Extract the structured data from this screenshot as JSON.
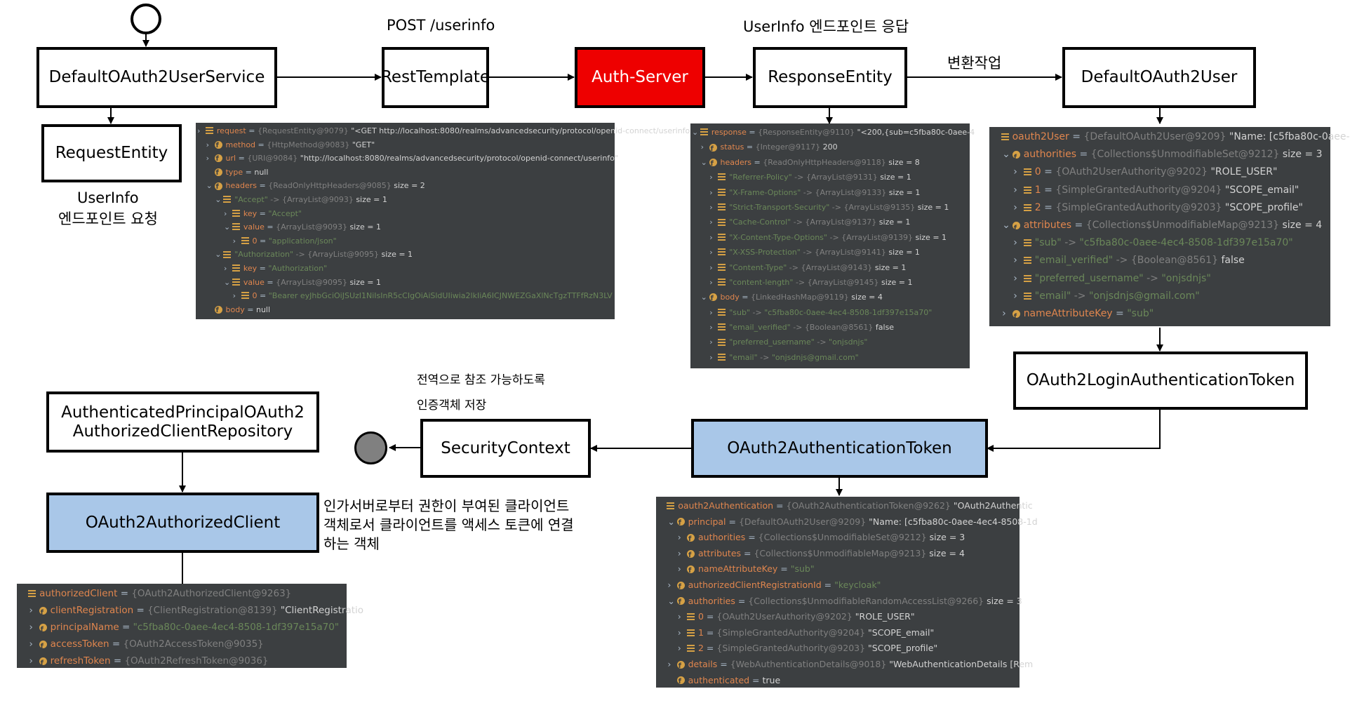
{
  "boxes": {
    "default_oauth2_user_service": "DefaultOAuth2UserService",
    "rest_template": "RestTemplate",
    "auth_server": "Auth-Server",
    "response_entity": "ResponseEntity",
    "default_oauth2_user": "DefaultOAuth2User",
    "request_entity": "RequestEntity",
    "oauth2_login_authentication_token": "OAuth2LoginAuthenticationToken",
    "oauth2_authentication_token": "OAuth2AuthenticationToken",
    "security_context": "SecurityContext",
    "repository_line1": "AuthenticatedPrincipalOAuth2",
    "repository_line2": "AuthorizedClientRepository",
    "oauth2_authorized_client": "OAuth2AuthorizedClient"
  },
  "labels": {
    "post_userinfo": "POST /userinfo",
    "userinfo_response": "UserInfo 엔드포인트 응답",
    "transform": "변환작업",
    "userinfo_request_line1": "UserInfo",
    "userinfo_request_line2": "엔드포인트 요청",
    "global_access_line1": "전역으로 참조 가능하도록",
    "global_access_line2": "인증객체 저장",
    "client_desc_line1": "인가서버로부터 권한이 부여된 클라이언트",
    "client_desc_line2": "객체로서 클라이언트를 액세스 토큰에 연결",
    "client_desc_line3": "하는 객체"
  },
  "colors": {
    "auth_server_fill": "#ee0000",
    "token_fill": "#a9c7e8",
    "debug_bg": "#3c3f41",
    "field_name": "#e0864e",
    "type_text": "#808080",
    "string_value": "#6a8759"
  },
  "debug_panels": {
    "request": [
      {
        "tog": ">",
        "icon": "l",
        "name": "request",
        "type": "{RequestEntity@9079}",
        "val": "\"<GET http://localhost:8080/realms/advancedsecurity/protocol/openid-connect/userinfo"
      },
      {
        "tog": ">",
        "icon": "f",
        "name": "method",
        "type": "{HttpMethod@9083}",
        "val": "\"GET\""
      },
      {
        "tog": ">",
        "icon": "f",
        "name": "url",
        "type": "{URI@9084}",
        "val": "\"http://localhost:8080/realms/advancedsecurity/protocol/openid-connect/userinfo\""
      },
      {
        "tog": "",
        "icon": "f",
        "name": "type",
        "type": "",
        "val": "null"
      },
      {
        "tog": "v",
        "icon": "f",
        "name": "headers",
        "type": "{ReadOnlyHttpHeaders@9085}",
        "val": "size = 2"
      },
      {
        "tog": "v",
        "icon": "l",
        "name": "\"Accept\"",
        "type": "-> {ArrayList@9093}",
        "val": "size = 1",
        "strname": true
      },
      {
        "tog": ">",
        "icon": "l",
        "name": "key",
        "type": "",
        "val": "\"Accept\"",
        "strval": true
      },
      {
        "tog": "v",
        "icon": "l",
        "name": "value",
        "type": "{ArrayList@9093}",
        "val": "size = 1"
      },
      {
        "tog": ">",
        "icon": "l",
        "name": "0",
        "type": "",
        "val": "\"application/json\"",
        "strval": true
      },
      {
        "tog": "v",
        "icon": "l",
        "name": "\"Authorization\"",
        "type": "-> {ArrayList@9095}",
        "val": "size = 1",
        "strname": true
      },
      {
        "tog": ">",
        "icon": "l",
        "name": "key",
        "type": "",
        "val": "\"Authorization\"",
        "strval": true
      },
      {
        "tog": "v",
        "icon": "l",
        "name": "value",
        "type": "{ArrayList@9095}",
        "val": "size = 1"
      },
      {
        "tog": ">",
        "icon": "l",
        "name": "0",
        "type": "",
        "val": "\"Bearer eyJhbGciOiJSUzI1NiIsInR5cCIgOiAiSldUIiwia2lkIiA6ICJNWEZGaXlNcTgzTTFfRzN3LV",
        "strval": true
      },
      {
        "tog": "",
        "icon": "f",
        "name": "body",
        "type": "",
        "val": "null"
      }
    ],
    "response": [
      {
        "tog": "v",
        "icon": "l",
        "name": "response",
        "type": "{ResponseEntity@9110}",
        "val": "\"<200,{sub=c5fba80c-0aee-4"
      },
      {
        "tog": ">",
        "icon": "f",
        "name": "status",
        "type": "{Integer@9117}",
        "val": "200"
      },
      {
        "tog": "v",
        "icon": "f",
        "name": "headers",
        "type": "{ReadOnlyHttpHeaders@9118}",
        "val": "size = 8"
      },
      {
        "tog": ">",
        "icon": "l",
        "name": "\"Referrer-Policy\"",
        "type": "-> {ArrayList@9131}",
        "val": "size = 1",
        "strname": true
      },
      {
        "tog": ">",
        "icon": "l",
        "name": "\"X-Frame-Options\"",
        "type": "-> {ArrayList@9133}",
        "val": "size = 1",
        "strname": true
      },
      {
        "tog": ">",
        "icon": "l",
        "name": "\"Strict-Transport-Security\"",
        "type": "-> {ArrayList@9135}",
        "val": "size = 1",
        "strname": true
      },
      {
        "tog": ">",
        "icon": "l",
        "name": "\"Cache-Control\"",
        "type": "-> {ArrayList@9137}",
        "val": "size = 1",
        "strname": true
      },
      {
        "tog": ">",
        "icon": "l",
        "name": "\"X-Content-Type-Options\"",
        "type": "-> {ArrayList@9139}",
        "val": "size = 1",
        "strname": true
      },
      {
        "tog": ">",
        "icon": "l",
        "name": "\"X-XSS-Protection\"",
        "type": "-> {ArrayList@9141}",
        "val": "size = 1",
        "strname": true
      },
      {
        "tog": ">",
        "icon": "l",
        "name": "\"Content-Type\"",
        "type": "-> {ArrayList@9143}",
        "val": "size = 1",
        "strname": true
      },
      {
        "tog": ">",
        "icon": "l",
        "name": "\"content-length\"",
        "type": "-> {ArrayList@9145}",
        "val": "size = 1",
        "strname": true
      },
      {
        "tog": "v",
        "icon": "f",
        "name": "body",
        "type": "{LinkedHashMap@9119}",
        "val": "size = 4"
      },
      {
        "tog": ">",
        "icon": "l",
        "name": "\"sub\"",
        "type": "->",
        "val": "\"c5fba80c-0aee-4ec4-8508-1df397e15a70\"",
        "strname": true,
        "strval": true
      },
      {
        "tog": ">",
        "icon": "l",
        "name": "\"email_verified\"",
        "type": "-> {Boolean@8561}",
        "val": "false",
        "strname": true
      },
      {
        "tog": ">",
        "icon": "l",
        "name": "\"preferred_username\"",
        "type": "->",
        "val": "\"onjsdnjs\"",
        "strname": true,
        "strval": true
      },
      {
        "tog": ">",
        "icon": "l",
        "name": "\"email\"",
        "type": "->",
        "val": "\"onjsdnjs@gmail.com\"",
        "strname": true,
        "strval": true
      }
    ],
    "user": [
      {
        "tog": "",
        "icon": "l",
        "name": "oauth2User",
        "type": "{DefaultOAuth2User@9209}",
        "val": "\"Name: [c5fba80c-0aee-"
      },
      {
        "tog": "v",
        "icon": "f",
        "name": "authorities",
        "type": "{Collections$UnmodifiableSet@9212}",
        "val": "size = 3"
      },
      {
        "tog": ">",
        "icon": "l",
        "name": "0",
        "type": "{OAuth2UserAuthority@9202}",
        "val": "\"ROLE_USER\""
      },
      {
        "tog": ">",
        "icon": "l",
        "name": "1",
        "type": "{SimpleGrantedAuthority@9204}",
        "val": "\"SCOPE_email\""
      },
      {
        "tog": ">",
        "icon": "l",
        "name": "2",
        "type": "{SimpleGrantedAuthority@9203}",
        "val": "\"SCOPE_profile\""
      },
      {
        "tog": "v",
        "icon": "f",
        "name": "attributes",
        "type": "{Collections$UnmodifiableMap@9213}",
        "val": "size = 4"
      },
      {
        "tog": ">",
        "icon": "l",
        "name": "\"sub\"",
        "type": "->",
        "val": "\"c5fba80c-0aee-4ec4-8508-1df397e15a70\"",
        "strname": true,
        "strval": true
      },
      {
        "tog": ">",
        "icon": "l",
        "name": "\"email_verified\"",
        "type": "-> {Boolean@8561}",
        "val": "false",
        "strname": true
      },
      {
        "tog": ">",
        "icon": "l",
        "name": "\"preferred_username\"",
        "type": "->",
        "val": "\"onjsdnjs\"",
        "strname": true,
        "strval": true
      },
      {
        "tog": ">",
        "icon": "l",
        "name": "\"email\"",
        "type": "->",
        "val": "\"onjsdnjs@gmail.com\"",
        "strname": true,
        "strval": true
      },
      {
        "tog": ">",
        "icon": "f",
        "name": "nameAttributeKey",
        "type": "",
        "val": "\"sub\"",
        "strval": true
      }
    ],
    "authentication": [
      {
        "tog": "",
        "icon": "l",
        "name": "oauth2Authentication",
        "type": "{OAuth2AuthenticationToken@9262}",
        "val": "\"OAuth2Authentic"
      },
      {
        "tog": "v",
        "icon": "f",
        "name": "principal",
        "type": "{DefaultOAuth2User@9209}",
        "val": "\"Name: [c5fba80c-0aee-4ec4-8508-1d"
      },
      {
        "tog": ">",
        "icon": "f",
        "name": "authorities",
        "type": "{Collections$UnmodifiableSet@9212}",
        "val": "size = 3"
      },
      {
        "tog": ">",
        "icon": "f",
        "name": "attributes",
        "type": "{Collections$UnmodifiableMap@9213}",
        "val": "size = 4"
      },
      {
        "tog": ">",
        "icon": "f",
        "name": "nameAttributeKey",
        "type": "",
        "val": "\"sub\"",
        "strval": true
      },
      {
        "tog": ">",
        "icon": "f",
        "name": "authorizedClientRegistrationId",
        "type": "",
        "val": "\"keycloak\"",
        "strval": true
      },
      {
        "tog": "v",
        "icon": "f",
        "name": "authorities",
        "type": "{Collections$UnmodifiableRandomAccessList@9266}",
        "val": "size = 3"
      },
      {
        "tog": ">",
        "icon": "l",
        "name": "0",
        "type": "{OAuth2UserAuthority@9202}",
        "val": "\"ROLE_USER\""
      },
      {
        "tog": ">",
        "icon": "l",
        "name": "1",
        "type": "{SimpleGrantedAuthority@9204}",
        "val": "\"SCOPE_email\""
      },
      {
        "tog": ">",
        "icon": "l",
        "name": "2",
        "type": "{SimpleGrantedAuthority@9203}",
        "val": "\"SCOPE_profile\""
      },
      {
        "tog": ">",
        "icon": "f",
        "name": "details",
        "type": "{WebAuthenticationDetails@9018}",
        "val": "\"WebAuthenticationDetails [Rem"
      },
      {
        "tog": "",
        "icon": "f",
        "name": "authenticated",
        "type": "",
        "val": "true"
      }
    ],
    "client": [
      {
        "tog": "",
        "icon": "l",
        "name": "authorizedClient",
        "type": "{OAuth2AuthorizedClient@9263}",
        "val": ""
      },
      {
        "tog": ">",
        "icon": "f",
        "name": "clientRegistration",
        "type": "{ClientRegistration@8139}",
        "val": "\"ClientRegistratio"
      },
      {
        "tog": ">",
        "icon": "f",
        "name": "principalName",
        "type": "",
        "val": "\"c5fba80c-0aee-4ec4-8508-1df397e15a70\"",
        "strval": true
      },
      {
        "tog": ">",
        "icon": "f",
        "name": "accessToken",
        "type": "{OAuth2AccessToken@9035}",
        "val": ""
      },
      {
        "tog": ">",
        "icon": "f",
        "name": "refreshToken",
        "type": "{OAuth2RefreshToken@9036}",
        "val": ""
      }
    ]
  }
}
